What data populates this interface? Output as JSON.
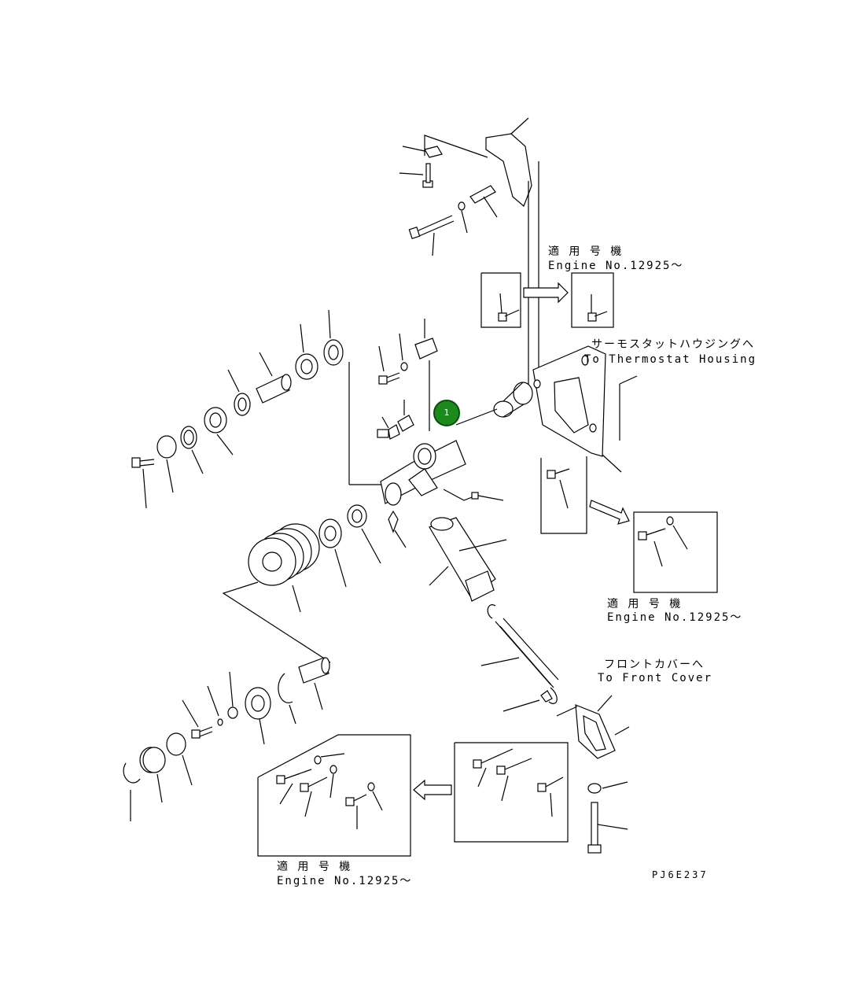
{
  "labels": {
    "applicable_serial_ja": "適 用 号 機",
    "engine_no": "Engine No.12925～",
    "to_thermostat_ja": "サーモスタットハウジングへ",
    "to_thermostat_en": "To Thermostat Housing",
    "to_front_cover_ja": "フロントカバーへ",
    "to_front_cover_en": "To Front Cover",
    "drawing_code": "PJ6E237"
  },
  "callouts": [
    {
      "label": "1"
    }
  ]
}
